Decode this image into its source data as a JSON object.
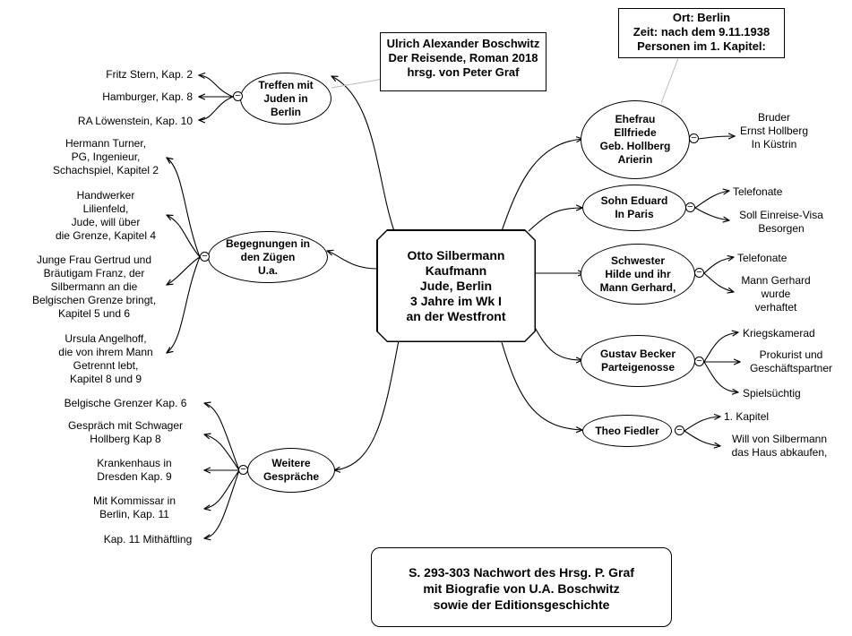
{
  "center": "Otto  Silbermann\nKaufmann\nJude,  Berlin\n3 Jahre im Wk I\nan der Westfront",
  "source_box": "Ulrich Alexander Boschwitz\nDer Reisende, Roman 2018\nhrsg. von  Peter Graf",
  "location_box": "Ort: Berlin\nZeit:  nach dem 9.11.1938\nPersonen im 1. Kapitel:",
  "afterword_box": "S. 293-303 Nachwort des Hrsg. P. Graf\nmit Biografie von U.A. Boschwitz\nsowie der Editionsgeschichte",
  "collapse_symbol": "−",
  "left_branches": [
    {
      "label": "Treffen mit\nJuden  in\nBerlin",
      "children": [
        "Fritz Stern, Kap. 2",
        "Hamburger, Kap. 8",
        "RA Löwenstein, Kap. 10"
      ]
    },
    {
      "label": "Begegnungen  in\nden  Zügen\nU.a.",
      "children": [
        "Hermann  Turner,\nPG,  Ingenieur,\nSchachspiel, Kapitel 2",
        "Handwerker\nLilienfeld,\nJude,  will über\ndie Grenze, Kapitel 4",
        "Junge Frau Gertrud und\nBräutigam Franz,  der\nSilbermann  an die\nBelgischen Grenze bringt,\nKapitel 5 und 6",
        "Ursula Angelhoff,\ndie von ihrem Mann\nGetrennt  lebt,\nKapitel 8 und 9"
      ]
    },
    {
      "label": "Weitere\nGespräche",
      "children": [
        "Belgische Grenzer Kap. 6",
        "Gespräch  mit  Schwager\nHollberg  Kap 8",
        "Krankenhaus  in\nDresden Kap.  9",
        "Mit Kommissar in\nBerlin, Kap. 11",
        "Kap. 11 Mithäftling"
      ]
    }
  ],
  "right_branches": [
    {
      "label": "Ehefrau\nEllfriede\nGeb.  Hollberg\nArierin",
      "children": [
        "Bruder\nErnst  Hollberg\nIn Küstrin"
      ]
    },
    {
      "label": "Sohn  Eduard\nIn Paris",
      "children": [
        "Telefonate",
        "Soll  Einreise-Visa\nBesorgen"
      ]
    },
    {
      "label": "Schwester\nHilde und ihr\nMann Gerhard,",
      "children": [
        "Telefonate",
        "Mann  Gerhard\nwurde\nverhaftet"
      ]
    },
    {
      "label": "Gustav  Becker\nParteigenosse",
      "children": [
        "Kriegskamerad",
        "Prokurist  und\nGeschäftspartner",
        "Spielsüchtig"
      ]
    },
    {
      "label": "Theo Fiedler",
      "children": [
        "1. Kapitel",
        "Will von Silbermann\ndas Haus abkaufen,"
      ]
    }
  ]
}
